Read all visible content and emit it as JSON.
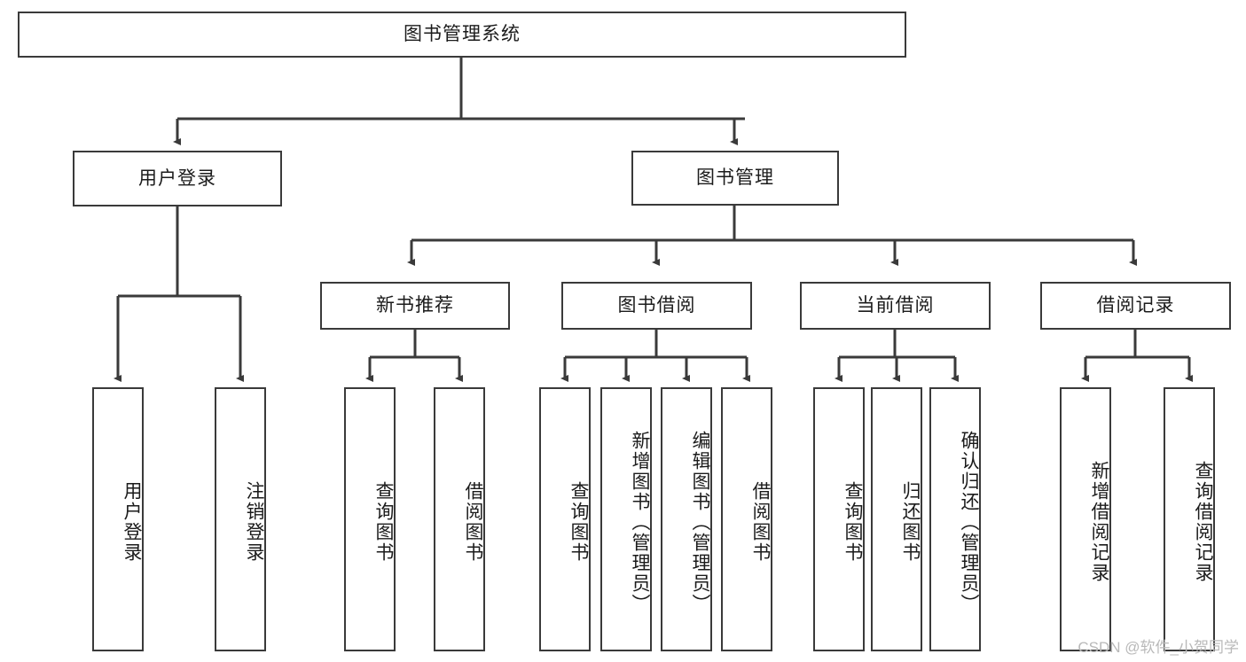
{
  "diagram": {
    "type": "tree-hierarchy",
    "title": "图书管理系统",
    "watermark": "CSDN @软件_小贺同学",
    "colors": {
      "stroke": "#3a3a3a",
      "background": "#ffffff",
      "text": "#1b1b1b",
      "watermark": "#b9b9b9"
    },
    "nodes": {
      "root": {
        "label": "图书管理系统",
        "level": 0
      },
      "user_login": {
        "label": "用户登录",
        "level": 1
      },
      "book_manage": {
        "label": "图书管理",
        "level": 1
      },
      "new_book_rec": {
        "label": "新书推荐",
        "level": 2
      },
      "book_borrow": {
        "label": "图书借阅",
        "level": 2
      },
      "current_borrow": {
        "label": "当前借阅",
        "level": 2
      },
      "borrow_record": {
        "label": "借阅记录",
        "level": 2
      },
      "leaf_user_login": {
        "label": "用户登录",
        "level": 3
      },
      "leaf_logout": {
        "label": "注销登录",
        "level": 3
      },
      "leaf_query_book_1": {
        "label": "查询图书",
        "level": 3
      },
      "leaf_borrow_book_1": {
        "label": "借阅图书",
        "level": 3
      },
      "leaf_query_book_2": {
        "label": "查询图书",
        "level": 3
      },
      "leaf_add_book": {
        "label": "新增图书（管理员）",
        "level": 3
      },
      "leaf_edit_book": {
        "label": "编辑图书（管理员）",
        "level": 3
      },
      "leaf_borrow_book_2": {
        "label": "借阅图书",
        "level": 3
      },
      "leaf_query_book_3": {
        "label": "查询图书",
        "level": 3
      },
      "leaf_return_book": {
        "label": "归还图书",
        "level": 3
      },
      "leaf_confirm_return": {
        "label": "确认归还（管理员）",
        "level": 3
      },
      "leaf_add_record": {
        "label": "新增借阅记录",
        "level": 3
      },
      "leaf_query_record": {
        "label": "查询借阅记录",
        "level": 3
      }
    },
    "edges": [
      {
        "from": "root",
        "to": "user_login"
      },
      {
        "from": "root",
        "to": "book_manage"
      },
      {
        "from": "user_login",
        "to": "leaf_user_login"
      },
      {
        "from": "user_login",
        "to": "leaf_logout"
      },
      {
        "from": "book_manage",
        "to": "new_book_rec"
      },
      {
        "from": "book_manage",
        "to": "book_borrow"
      },
      {
        "from": "book_manage",
        "to": "current_borrow"
      },
      {
        "from": "book_manage",
        "to": "borrow_record"
      },
      {
        "from": "new_book_rec",
        "to": "leaf_query_book_1"
      },
      {
        "from": "new_book_rec",
        "to": "leaf_borrow_book_1"
      },
      {
        "from": "book_borrow",
        "to": "leaf_query_book_2"
      },
      {
        "from": "book_borrow",
        "to": "leaf_add_book"
      },
      {
        "from": "book_borrow",
        "to": "leaf_edit_book"
      },
      {
        "from": "book_borrow",
        "to": "leaf_borrow_book_2"
      },
      {
        "from": "current_borrow",
        "to": "leaf_query_book_3"
      },
      {
        "from": "current_borrow",
        "to": "leaf_return_book"
      },
      {
        "from": "current_borrow",
        "to": "leaf_confirm_return"
      },
      {
        "from": "borrow_record",
        "to": "leaf_add_record"
      },
      {
        "from": "borrow_record",
        "to": "leaf_query_record"
      }
    ]
  }
}
